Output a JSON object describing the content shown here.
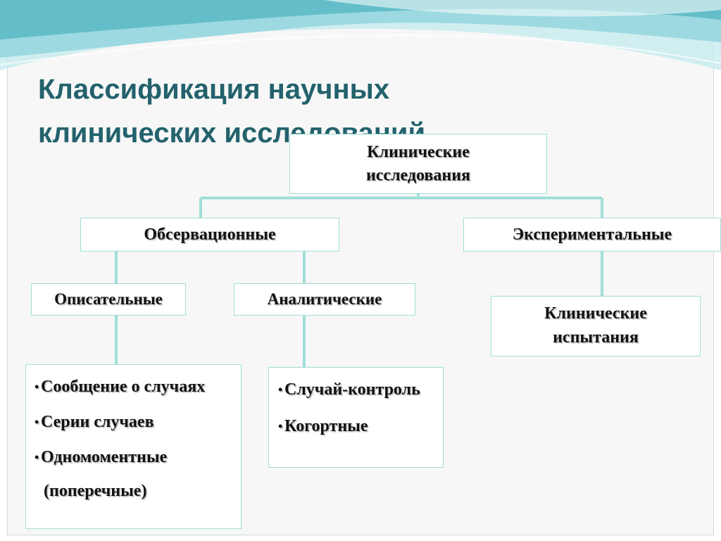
{
  "title": "Классификация научных клинических исследований",
  "colors": {
    "title": "#23626c",
    "box_border": "#9fdfd8",
    "connector": "#9fdfd8",
    "wave_dark": "#5bb8c4",
    "wave_light": "#c3ebee"
  },
  "diagram": {
    "root": {
      "line1": "Клинические",
      "line2": "исследования"
    },
    "observational": {
      "label": "Обсервационные",
      "descriptive": {
        "label": "Описательные",
        "items": [
          "Сообщение о случаях",
          "Серии случаев",
          "Одномоментные"
        ],
        "continuation": "(поперечные)"
      },
      "analytical": {
        "label": "Аналитические",
        "items": [
          "Случай-контроль",
          "Когортные"
        ]
      }
    },
    "experimental": {
      "label": "Экспериментальные",
      "child": {
        "line1": "Клинические",
        "line2": "испытания"
      }
    }
  }
}
